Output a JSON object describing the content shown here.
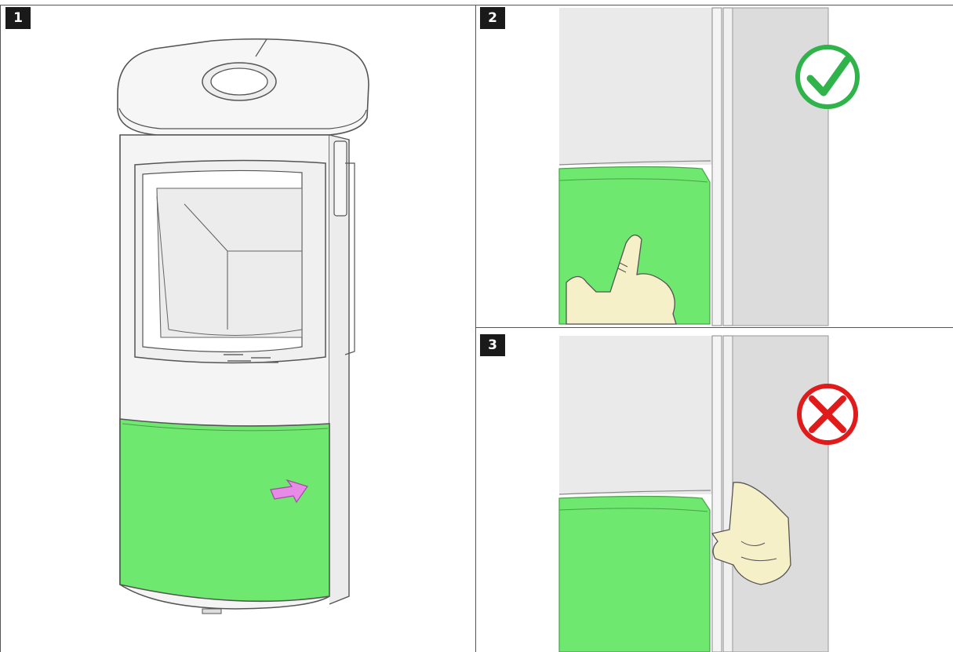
{
  "steps": [
    {
      "number": "1",
      "description": "stove-overview-push-lower-panel"
    },
    {
      "number": "2",
      "result": "correct"
    },
    {
      "number": "3",
      "result": "incorrect"
    }
  ],
  "colors": {
    "panel_green": "#6ee86e",
    "arrow_pink": "#e88ae8",
    "check_green": "#2fb34a",
    "cross_red": "#e01b1b",
    "stove_outline": "#555555",
    "stove_body": "#f4f4f4",
    "hand_skin": "#f6f0c8"
  },
  "icons": {
    "correct": "check-icon",
    "incorrect": "cross-icon",
    "push": "arrow-icon"
  }
}
